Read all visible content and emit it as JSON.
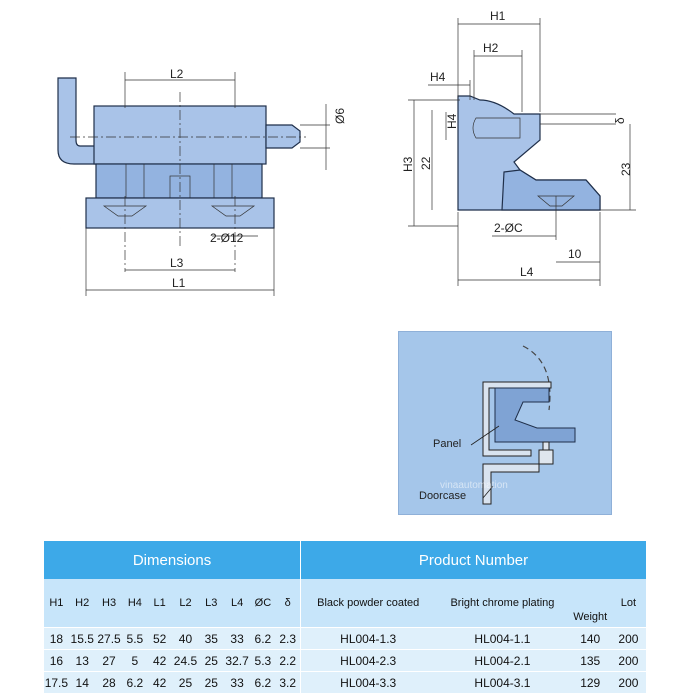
{
  "drawing_left": {
    "labels": {
      "l2": "L2",
      "d6": "Ø6",
      "hole": "2-Ø12",
      "l3": "L3",
      "l1": "L1"
    }
  },
  "drawing_right": {
    "labels": {
      "h1": "H1",
      "h2": "H2",
      "h4a": "H4",
      "h4b": "H4",
      "delta": "δ",
      "h3": "H3",
      "h22": "22",
      "h23": "23",
      "dc": "2-ØC",
      "d10": "10",
      "l4": "L4"
    }
  },
  "install": {
    "panel_label": "Panel",
    "doorcase_label": "Doorcase",
    "bg_color": "#a5c6ea"
  },
  "watermark": "vinaautomation",
  "table": {
    "header_dimensions": "Dimensions",
    "header_product": "Product Number",
    "columns": [
      "H1",
      "H2",
      "H3",
      "H4",
      "L1",
      "L2",
      "L3",
      "L4",
      "ØC",
      "δ"
    ],
    "col_black": "Black powder coated",
    "col_chrome": "Bright chrome plating",
    "col_weight": "Weight",
    "col_lot": "Lot",
    "rows": [
      {
        "dims": [
          "18",
          "15.5",
          "27.5",
          "5.5",
          "52",
          "40",
          "35",
          "33",
          "6.2",
          "2.3"
        ],
        "black": "HL004-1.3",
        "chrome": "HL004-1.1",
        "weight": "140",
        "lot": "200"
      },
      {
        "dims": [
          "16",
          "13",
          "27",
          "5",
          "42",
          "24.5",
          "25",
          "32.7",
          "5.3",
          "2.2"
        ],
        "black": "HL004-2.3",
        "chrome": "HL004-2.1",
        "weight": "135",
        "lot": "200"
      },
      {
        "dims": [
          "17.5",
          "14",
          "28",
          "6.2",
          "42",
          "25",
          "25",
          "33",
          "6.2",
          "3.2"
        ],
        "black": "HL004-3.3",
        "chrome": "HL004-3.1",
        "weight": "129",
        "lot": "200"
      }
    ]
  },
  "colors": {
    "header": "#3da9e8",
    "subheader": "#c7e5fa",
    "row": "#dff0fb",
    "part": "#a9c3e8"
  }
}
